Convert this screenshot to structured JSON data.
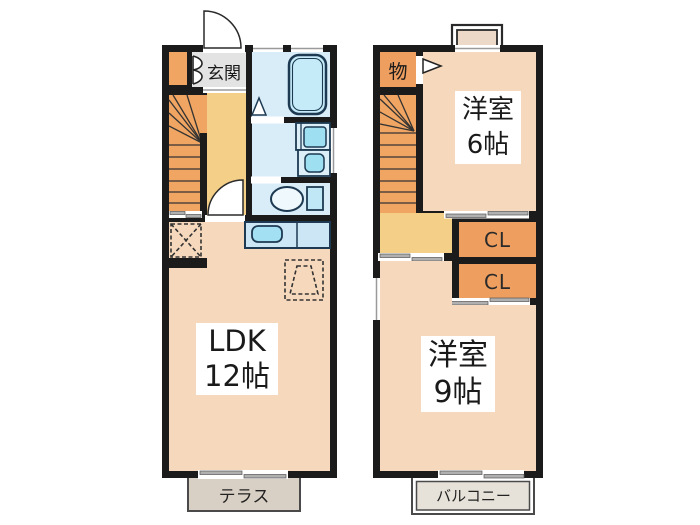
{
  "floor1": {
    "entrance_label": "玄関",
    "ldk_label": {
      "line1": "LDK",
      "line2": "12帖"
    },
    "terrace_label": "テラス"
  },
  "floor2": {
    "storage_label": "物",
    "room6_label": {
      "line1": "洋室",
      "line2": "6帖"
    },
    "closet_top_label": "CL",
    "closet_bottom_label": "CL",
    "room9_label": {
      "line1": "洋室",
      "line2": "9帖"
    },
    "balcony_label": "バルコニー"
  },
  "colors": {
    "wall": "#1b1b1b",
    "room_peach": "#f6d9bc",
    "hall_tan": "#f3cf88",
    "stairs_orange": "#f0a562",
    "closet_orange": "#ee9f60",
    "entrance_gray": "#e3e3e3",
    "bath_blue": "#d9edf8",
    "fixture_cyan": "#9edff2",
    "fixture_stroke": "#1d3a52",
    "terrace_gray": "#d9d0c5",
    "balcony_gray": "#e7e2d9"
  }
}
